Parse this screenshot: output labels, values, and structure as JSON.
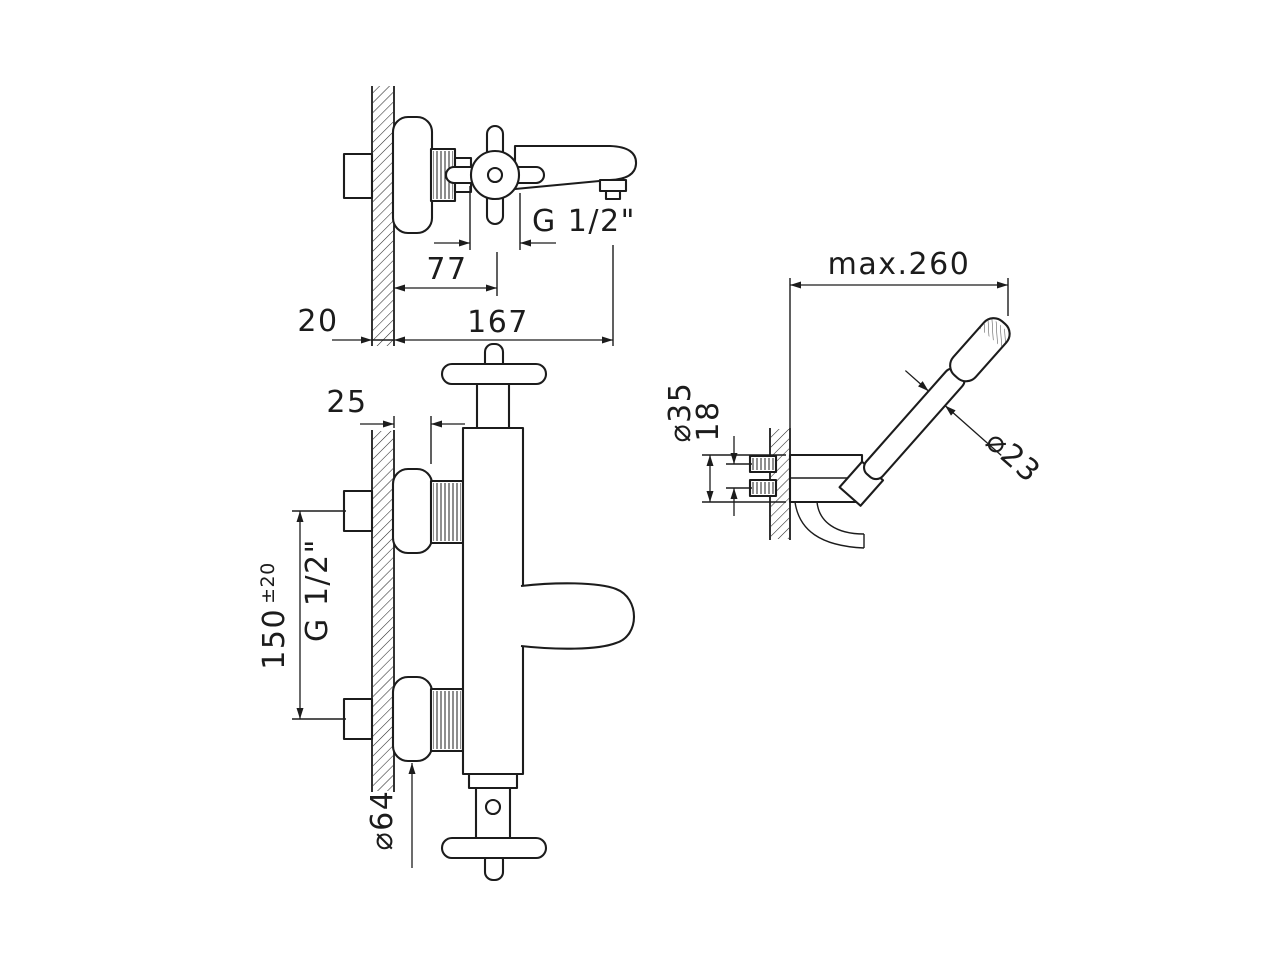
{
  "drawing": {
    "kind": "technical-dimension-drawing",
    "subject": "wall-mounted bath shower mixer with hand shower",
    "line_color": "#1c1c1c",
    "background_color": "#ffffff"
  },
  "labels": {
    "g_half": "G 1/2\"",
    "spout_handle_offset": "77",
    "spout_total": "167",
    "wall_thickness": "20",
    "body_projection": "25",
    "inlet_distance": "150",
    "inlet_tolerance": "±20",
    "escutcheon_dia": "⌀64",
    "hose_max": "max.260",
    "bracket_dia": "⌀35",
    "bracket_depth": "18",
    "handle_dia": "⌀23"
  }
}
